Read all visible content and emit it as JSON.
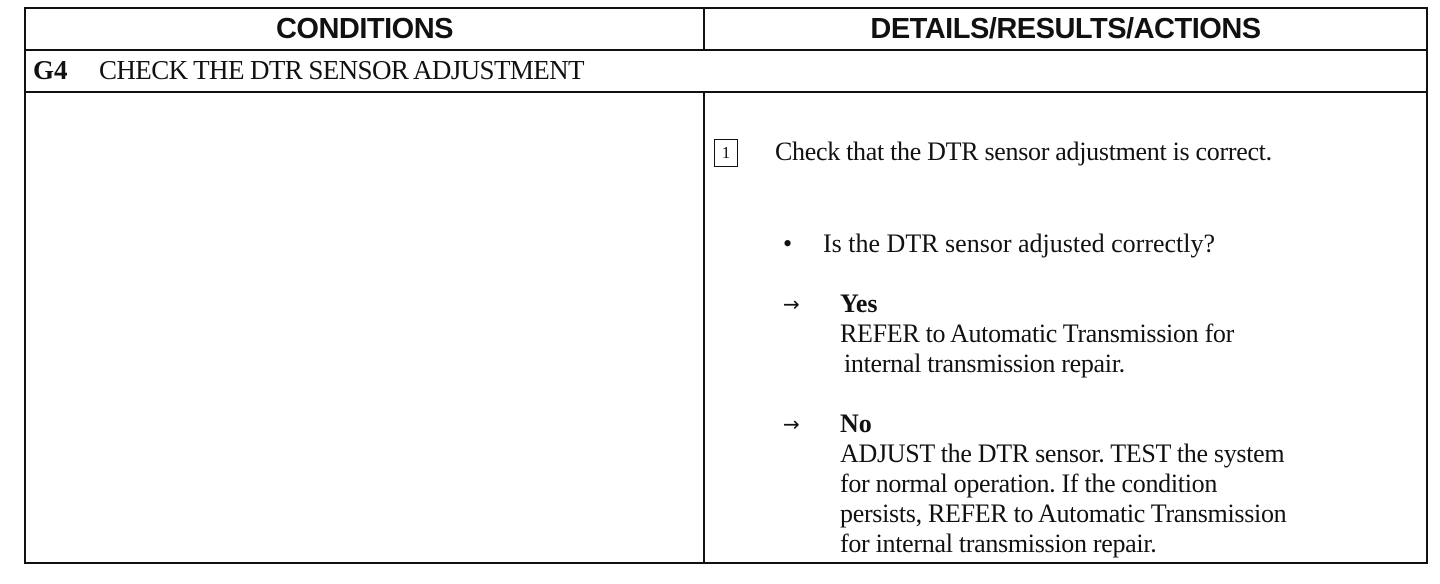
{
  "table": {
    "headers": {
      "conditions": "CONDITIONS",
      "details": "DETAILS/RESULTS/ACTIONS"
    },
    "step": {
      "code": "G4",
      "title": "CHECK THE DTR SENSOR ADJUSTMENT"
    },
    "details": {
      "number": "1",
      "check": "Check that the DTR sensor adjustment is correct.",
      "bullet": "•",
      "question": "Is the DTR sensor adjusted correctly?",
      "answers": [
        {
          "arrow": "→",
          "label": "Yes",
          "line1": "REFER to Automatic Transmission for",
          "line2": "internal transmission repair."
        },
        {
          "arrow": "→",
          "label": "No",
          "line1": "ADJUST the DTR sensor. TEST the system",
          "line2": "for normal operation. If the condition",
          "line3": "persists, REFER to Automatic Transmission",
          "line4": "for internal transmission repair."
        }
      ]
    }
  }
}
